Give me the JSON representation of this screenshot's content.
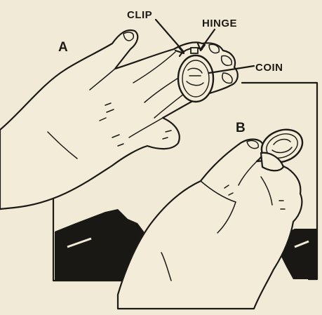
{
  "labels": {
    "clip": "CLIP",
    "hinge": "HINGE",
    "coin": "COIN",
    "panel_a": "A",
    "panel_b": "B"
  },
  "colors": {
    "paper": "#f1ead6",
    "ink": "#1c1a16"
  }
}
